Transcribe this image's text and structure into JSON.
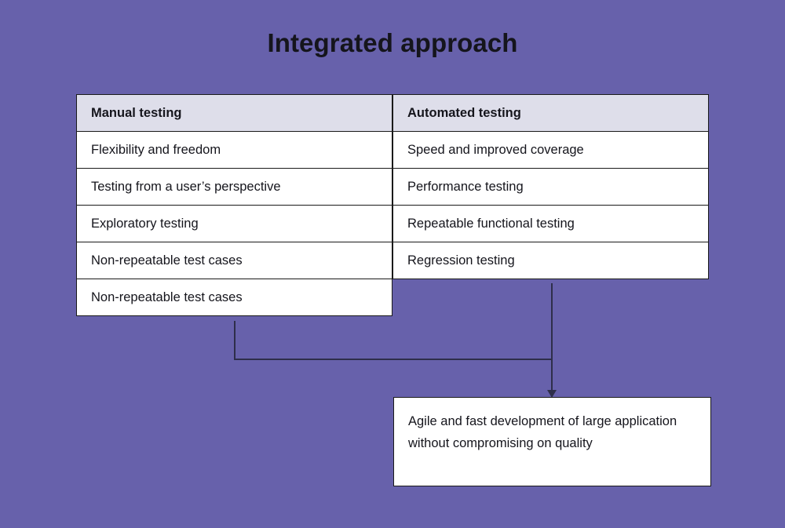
{
  "title": "Integrated approach",
  "colors": {
    "background": "#6761ab",
    "header_cell": "#dedeea",
    "cell": "#ffffff",
    "border": "#1a1a1a",
    "connector": "#2e2e4a",
    "text": "#15151c"
  },
  "table": {
    "columns": [
      {
        "header": "Manual testing",
        "rows": [
          "Flexibility and freedom",
          "Testing from a user’s perspective",
          "Exploratory testing",
          "Non-repeatable test cases",
          "Non-repeatable test cases"
        ]
      },
      {
        "header": "Automated testing",
        "rows": [
          "Speed and improved coverage",
          "Performance testing",
          "Repeatable functional testing",
          "Regression testing"
        ]
      }
    ]
  },
  "result": {
    "text": "Agile and fast development of large application without compromising on quality"
  }
}
